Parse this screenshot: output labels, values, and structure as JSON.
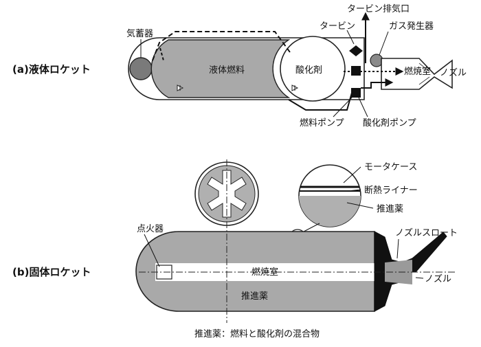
{
  "liquid": {
    "section_label": "(a)液体ロケット",
    "accumulator": "気蓄器",
    "fuel": "液体燃料",
    "oxidizer": "酸化剤",
    "turbine_exhaust": "タービン排気口",
    "turbine": "タービン",
    "gas_generator": "ガス発生器",
    "combustion_chamber": "燃焼室",
    "nozzle": "ノズル",
    "fuel_pump": "燃料ポンプ",
    "oxidizer_pump": "酸化剤ポンプ"
  },
  "solid": {
    "section_label": "(b)固体ロケット",
    "motor_case": "モータケース",
    "insulation_liner": "断熱ライナー",
    "propellant_detail": "推進薬",
    "igniter": "点火器",
    "nozzle_throat": "ノズルスロート",
    "combustion_chamber": "燃焼室",
    "nozzle": "ノズル",
    "propellant": "推進薬",
    "caption": "推進薬：燃料と酸化剤の混合物"
  }
}
